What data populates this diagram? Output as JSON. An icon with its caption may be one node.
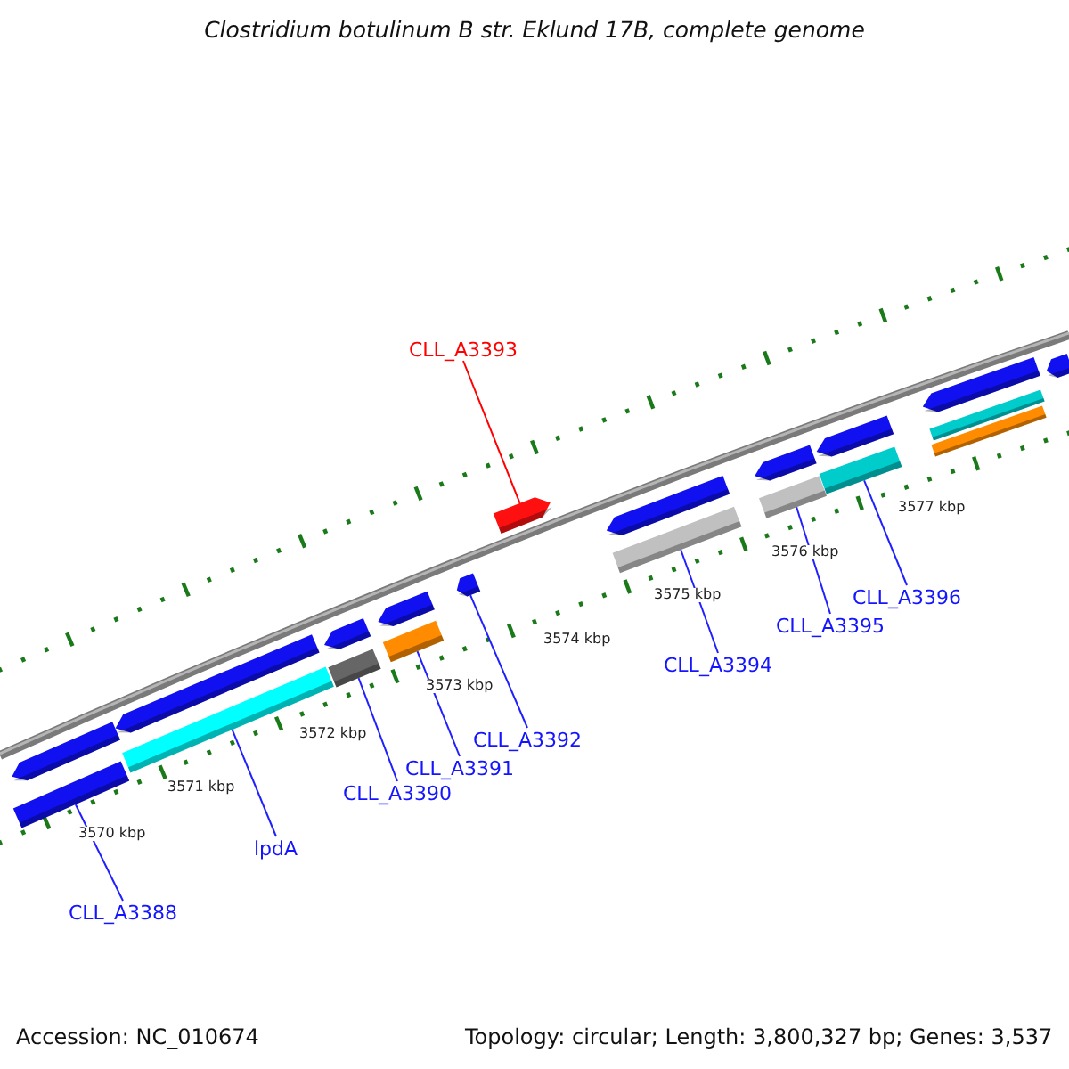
{
  "diagram": {
    "title": "Clostridium botulinum B str. Eklund 17B, complete genome",
    "nodes": [
      {
        "text": [
          "CLL_A3393"
        ]
      },
      {
        "text": [
          "CLL_A3394"
        ]
      },
      {
        "text": [
          "CLL_A3395"
        ]
      },
      {
        "text": [
          "CLL_A3396"
        ]
      },
      {
        "text": [
          "CLL_A3392"
        ]
      },
      {
        "text": [
          "CLL_A3391"
        ]
      },
      {
        "text": [
          "CLL_A3390"
        ]
      },
      {
        "text": [
          "lpdA"
        ]
      },
      {
        "text": [
          "CLL_A3388"
        ]
      },
      {
        "text": [],
        "shape": "bar"
      },
      {
        "text": [],
        "shape": "bar"
      },
      {
        "text": [],
        "shape": "bar"
      },
      {
        "text": [],
        "shape": "bar"
      },
      {
        "text": [],
        "shape": "bar"
      },
      {
        "text": [],
        "shape": "bar"
      },
      {
        "text": [],
        "shape": "bar"
      },
      {
        "text": [],
        "shape": "bar"
      },
      {
        "text": [],
        "shape": "bar"
      },
      {
        "text": [],
        "shape": "bar"
      },
      {
        "text": [],
        "shape": "bar"
      },
      {
        "text": [],
        "shape": "bar"
      },
      {
        "text": [],
        "shape": "bar"
      },
      {
        "text": [],
        "shape": "bar"
      },
      {
        "text": [],
        "shape": "bar"
      },
      {
        "text": [],
        "shape": "bar"
      },
      {
        "text": [],
        "shape": "bar"
      },
      {
        "text": [],
        "shape": "bar"
      },
      {
        "text": [],
        "shape": "bar"
      },
      {
        "text": [],
        "shape": "bar"
      }
    ],
    "edges": [
      {
        "from": 0,
        "to": 18,
        "arrow": "none",
        "color": "#ff0000"
      },
      {
        "from": 1,
        "to": 20,
        "arrow": "none"
      },
      {
        "from": 2,
        "to": 22,
        "arrow": "none"
      },
      {
        "from": 3,
        "to": 24,
        "arrow": "none"
      },
      {
        "from": 4,
        "to": 17,
        "arrow": "none"
      },
      {
        "from": 5,
        "to": 16,
        "arrow": "none"
      },
      {
        "from": 6,
        "to": 14,
        "arrow": "none"
      },
      {
        "from": 7,
        "to": 12,
        "arrow": "none"
      },
      {
        "from": 8,
        "to": 11,
        "arrow": "none"
      }
    ],
    "labels": [
      "3577 kbp",
      "3576 kbp",
      "3575 kbp",
      "3574 kbp",
      "3573 kbp",
      "3572 kbp",
      "3571 kbp",
      "3570 kbp",
      "Accession: NC_010674",
      "Topology: circular; Length: 3,800,327 bp; Genes: 3,537"
    ]
  }
}
